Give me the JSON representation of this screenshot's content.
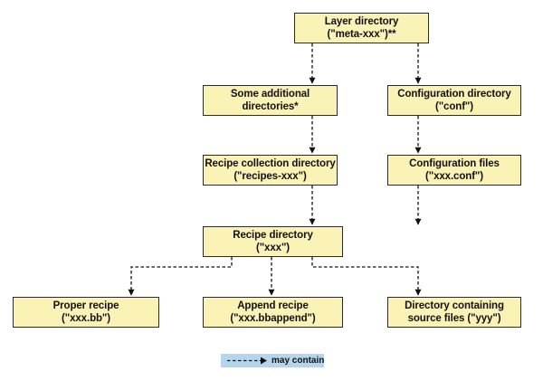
{
  "nodes": {
    "layer_directory": {
      "line1": "Layer directory",
      "line2": "(\"meta-xxx\")**"
    },
    "additional_directories": {
      "line1": "Some additional",
      "line2": "directories*"
    },
    "configuration_directory": {
      "line1": "Configuration directory",
      "line2": "(\"conf\")"
    },
    "recipe_collection_directory": {
      "line1": "Recipe collection directory",
      "line2": "(\"recipes-xxx\")"
    },
    "configuration_files": {
      "line1": "Configuration files",
      "line2": "(\"xxx.conf\")"
    },
    "recipe_directory": {
      "line1": "Recipe directory",
      "line2": "(\"xxx\")"
    },
    "proper_recipe": {
      "line1": "Proper recipe",
      "line2": "(\"xxx.bb\")"
    },
    "append_recipe": {
      "line1": "Append recipe",
      "line2": "(\"xxx.bbappend\")"
    },
    "source_directory": {
      "line1": "Directory containing",
      "line2": "source files (\"yyy\")"
    }
  },
  "legend": {
    "label": "may contain",
    "background": "#b3d6ee"
  },
  "colors": {
    "node_fill": "#fbf2b6",
    "node_border": "#2b2b2b",
    "connector": "#111111"
  }
}
